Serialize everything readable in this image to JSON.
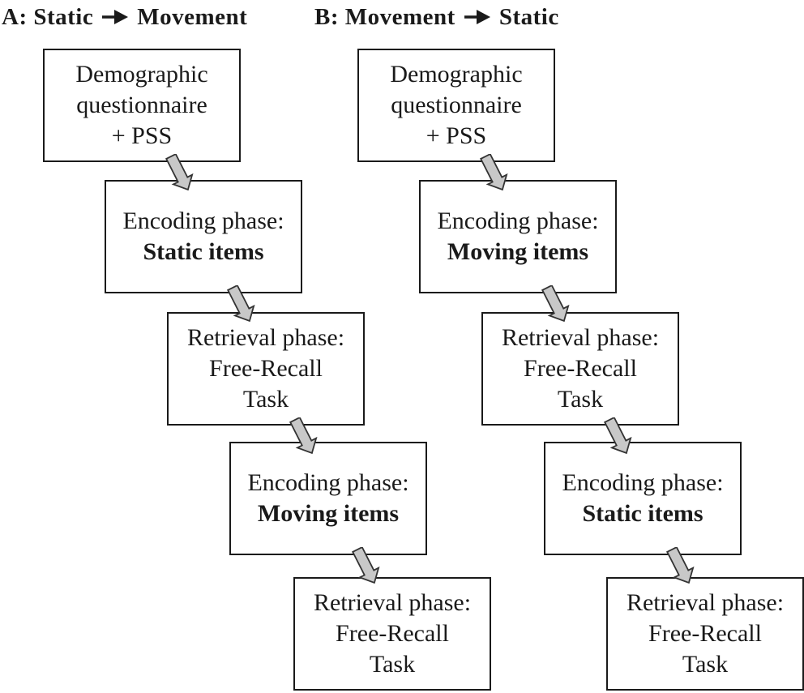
{
  "figure": {
    "background": "#ffffff",
    "colors": {
      "text": "#1a1a1a",
      "box_border": "#1a1a1a",
      "connector_fill": "#c8c8c8",
      "connector_outline": "#333333"
    },
    "panels": [
      {
        "id": "A",
        "title": {
          "pre": "A: Static",
          "post": "Movement",
          "arrow_icon": "right-arrow"
        },
        "steps": [
          {
            "lines": [
              "Demographic",
              "questionnaire",
              "+ PSS"
            ]
          },
          {
            "lines": [
              "Encoding phase:",
              "Static items"
            ]
          },
          {
            "lines": [
              "Retrieval phase:",
              "Free-Recall",
              "Task"
            ]
          },
          {
            "lines": [
              "Encoding phase:",
              "Moving items"
            ]
          },
          {
            "lines": [
              "Retrieval phase:",
              "Free-Recall",
              "Task"
            ]
          }
        ]
      },
      {
        "id": "B",
        "title": {
          "pre": "B: Movement",
          "post": "Static",
          "arrow_icon": "right-arrow"
        },
        "steps": [
          {
            "lines": [
              "Demographic",
              "questionnaire",
              "+ PSS"
            ]
          },
          {
            "lines": [
              "Encoding phase:",
              "Moving items"
            ]
          },
          {
            "lines": [
              "Retrieval phase:",
              "Free-Recall",
              "Task"
            ]
          },
          {
            "lines": [
              "Encoding phase:",
              "Static items"
            ]
          },
          {
            "lines": [
              "Retrieval phase:",
              "Free-Recall",
              "Task"
            ]
          }
        ]
      }
    ]
  }
}
